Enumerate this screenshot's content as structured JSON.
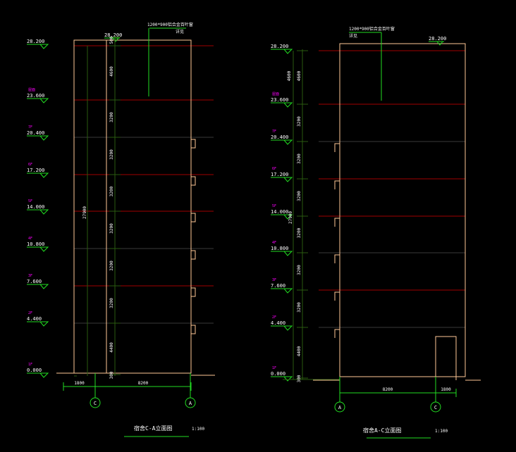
{
  "colors": {
    "background": "#000000",
    "outline": "#ffc896",
    "floor_line": "#a00000",
    "grid_line": "#3a3a3a",
    "dimension": "#2a5a10",
    "annotation": "#22dd22",
    "floor_tag": "#ff00ff",
    "text": "#ffffff"
  },
  "elevations": [
    {
      "drawing": "left",
      "title": "宿舍C-A立面图",
      "scale": "1:100",
      "roof_level": "28.200",
      "callout_line1": "1200*900铝合金百叶窗",
      "callout_line2": "详见",
      "levels": [
        {
          "tag": "",
          "value": "28.200"
        },
        {
          "tag": "屋面",
          "value": "23.600"
        },
        {
          "tag": "7F",
          "value": "20.400"
        },
        {
          "tag": "6F",
          "value": "17.200"
        },
        {
          "tag": "5F",
          "value": "14.000"
        },
        {
          "tag": "4F",
          "value": "10.800"
        },
        {
          "tag": "3F",
          "value": "7.600"
        },
        {
          "tag": "2F",
          "value": "4.400"
        },
        {
          "tag": "1F",
          "value": "0.000"
        }
      ],
      "storey_dims": [
        "500",
        "4600",
        "3200",
        "3200",
        "3200",
        "3200",
        "3200",
        "3200",
        "4400",
        "300"
      ],
      "total_dim": "27900",
      "bay_dims": [
        "1800",
        "8200"
      ],
      "axes": [
        "C",
        "A"
      ]
    },
    {
      "drawing": "right",
      "title": "宿舍A-C立面图",
      "scale": "1:100",
      "roof_level": "28.200",
      "callout_line1": "1200*900铝合金百叶窗",
      "callout_line2": "详见",
      "levels": [
        {
          "tag": "",
          "value": "28.200"
        },
        {
          "tag": "屋面",
          "value": "23.600"
        },
        {
          "tag": "7F",
          "value": "20.400"
        },
        {
          "tag": "6F",
          "value": "17.200"
        },
        {
          "tag": "5F",
          "value": "14.000"
        },
        {
          "tag": "4F",
          "value": "10.800"
        },
        {
          "tag": "3F",
          "value": "7.600"
        },
        {
          "tag": "2F",
          "value": "4.400"
        },
        {
          "tag": "1F",
          "value": "0.000"
        }
      ],
      "storey_dims": [
        "4600",
        "3200",
        "3200",
        "3200",
        "3200",
        "3200",
        "3200",
        "4400",
        "300"
      ],
      "outer_dim": "4600",
      "total_dim": "27900",
      "bay_dims": [
        "8200",
        "1800"
      ],
      "axes": [
        "A",
        "C"
      ]
    }
  ]
}
